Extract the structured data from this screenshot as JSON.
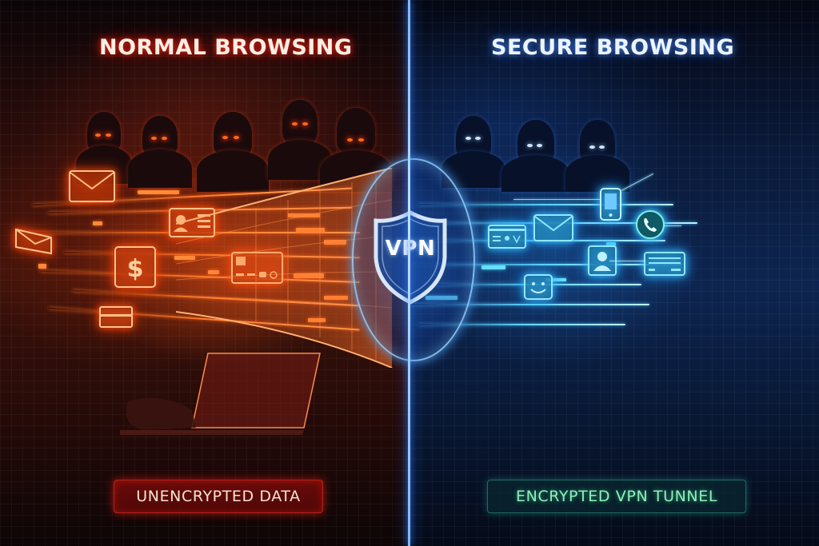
{
  "scene": {
    "description": "Split-screen illustration comparing normal browsing vs secure VPN browsing",
    "left_panel": {
      "title": "NORMAL BROWSING",
      "badge": "UNENCRYPTED DATA",
      "theme_color": "#ff5a1a",
      "hooded_figures": 5,
      "data_icons": [
        "envelope-icon",
        "envelope-icon",
        "contact-card-icon",
        "dollar-icon",
        "credit-card-icon",
        "id-card-icon"
      ]
    },
    "right_panel": {
      "title": "SECURE BROWSING",
      "badge": "ENCRYPTED VPN TUNNEL",
      "theme_color": "#3fb8ff",
      "badge_text_color": "#8ff0b8",
      "hooded_figures": 3,
      "data_icons": [
        "id-card-icon",
        "envelope-icon",
        "smartphone-icon",
        "phone-call-icon",
        "user-profile-icon",
        "form-card-icon",
        "smiley-icon"
      ]
    },
    "center": {
      "shield_label": "VPN",
      "divider_color": "#7fb6ff"
    }
  }
}
